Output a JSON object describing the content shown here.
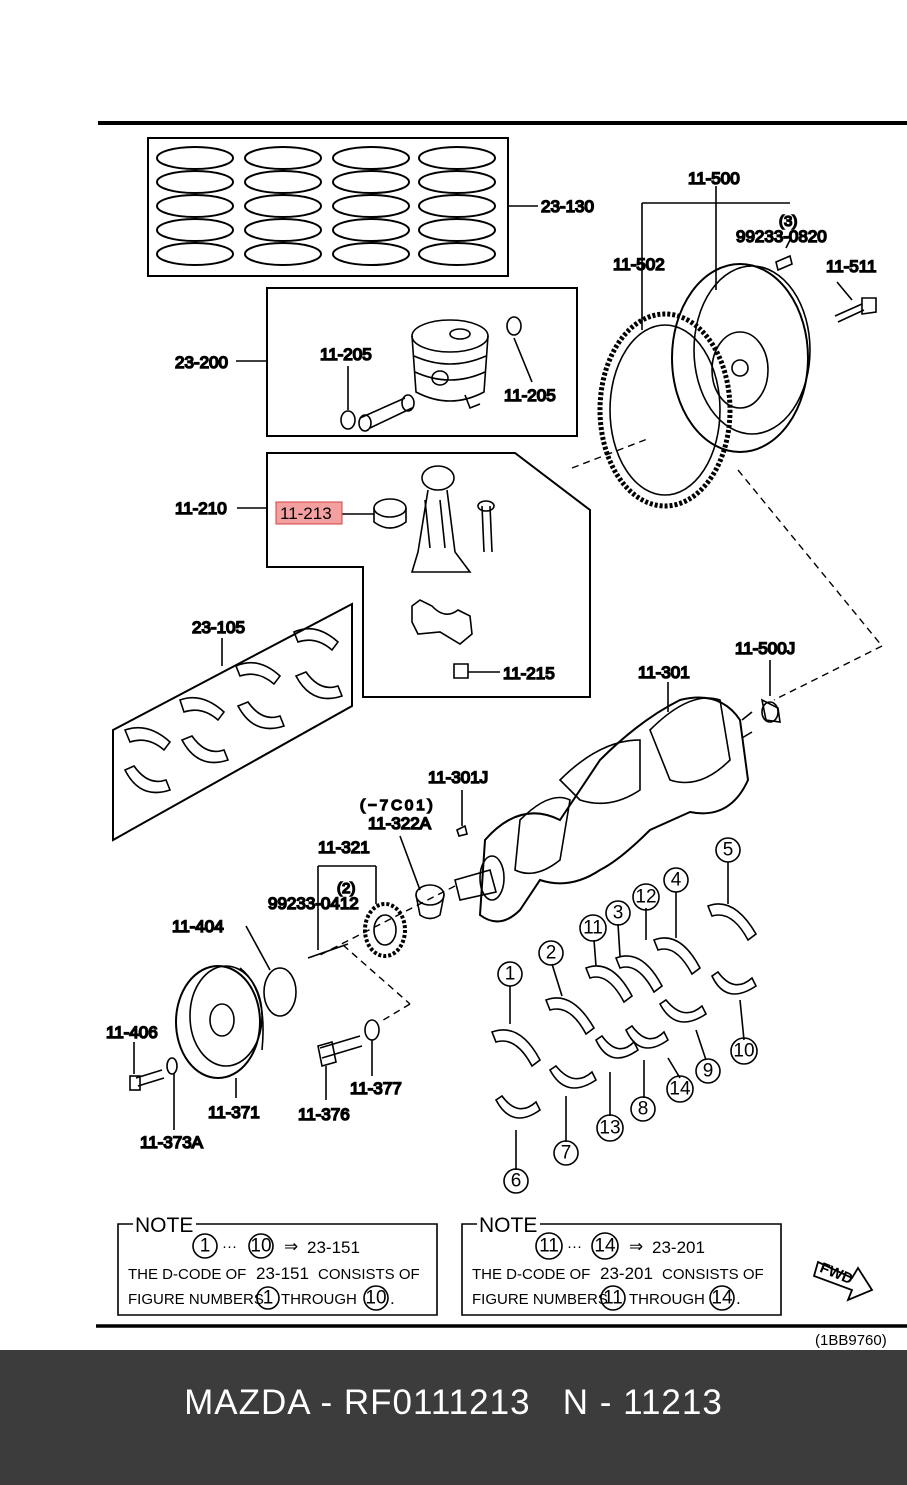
{
  "labels": {
    "piston_rings": "23-130",
    "piston_assy": "23-200",
    "piston_pin_clip_left": "11-205",
    "piston_pin_clip_right": "11-205",
    "conrod_assy": "11-210",
    "conrod_bushing": "11-213",
    "conrod_nut": "11-215",
    "conrod_bearings": "23-105",
    "flywheel_assy": "11-500",
    "ring_gear": "11-502",
    "dowel_pin": "99233-0820",
    "dowel_pin_qty": "(3)",
    "flywheel_bolt": "11-511",
    "pilot_bearing": "11-500J",
    "crankshaft": "11-301",
    "woodruff_key": "11-301J",
    "code_note": "(−7C01)",
    "crank_sprocket_spacer": "11-322A",
    "crank_sprocket": "11-321",
    "pin": "99233-0412",
    "pin_qty": "(2)",
    "plate": "11-404",
    "pulley_bolt_small": "11-406",
    "pulley": "11-371",
    "pulley_washer": "11-373A",
    "pulley_lock_bolt": "11-376",
    "pulley_lock_washer": "11-377"
  },
  "figure_numbers": [
    "1",
    "2",
    "3",
    "4",
    "5",
    "6",
    "7",
    "8",
    "9",
    "10",
    "11",
    "12",
    "13",
    "14"
  ],
  "notes": [
    {
      "title": "NOTE",
      "range_start": "1",
      "range_sep": "···",
      "range_end": "10",
      "arrow": "⇒",
      "code": "23-151",
      "line2_a": "THE D-CODE OF",
      "line2_b": "23-151",
      "line2_c": "CONSISTS OF",
      "line3_a": "FIGURE NUMBERS",
      "line3_n1": "1",
      "line3_b": "THROUGH",
      "line3_n2": "10",
      "line3_end": "."
    },
    {
      "title": "NOTE",
      "range_start": "11",
      "range_sep": "···",
      "range_end": "14",
      "arrow": "⇒",
      "code": "23-201",
      "line2_a": "THE D-CODE OF",
      "line2_b": "23-201",
      "line2_c": "CONSISTS OF",
      "line3_a": "FIGURE NUMBERS",
      "line3_n1": "11",
      "line3_b": "THROUGH",
      "line3_n2": "14",
      "line3_end": "."
    }
  ],
  "fwd_label": "FWD",
  "diagram_code": "(1BB9760)",
  "highlight_color": "#f4a0a0",
  "footer_text": "MAZDA - RF0111213   N - 11213"
}
